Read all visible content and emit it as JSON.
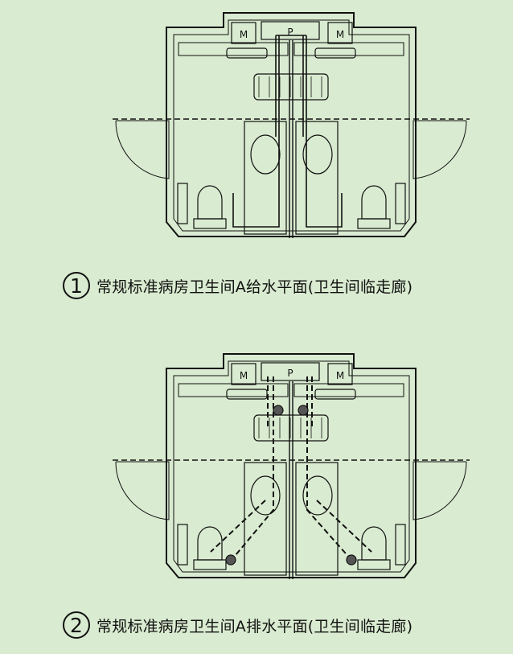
{
  "plans": [
    {
      "number": "1",
      "title": "常规标准病房卫生间A给水平面(卫生间临走廊)",
      "shaft_label": "P",
      "meter_label": "M"
    },
    {
      "number": "2",
      "title": "常规标准病房卫生间A排水平面(卫生间临走廊)",
      "shaft_label": "P",
      "meter_label": "M"
    }
  ]
}
